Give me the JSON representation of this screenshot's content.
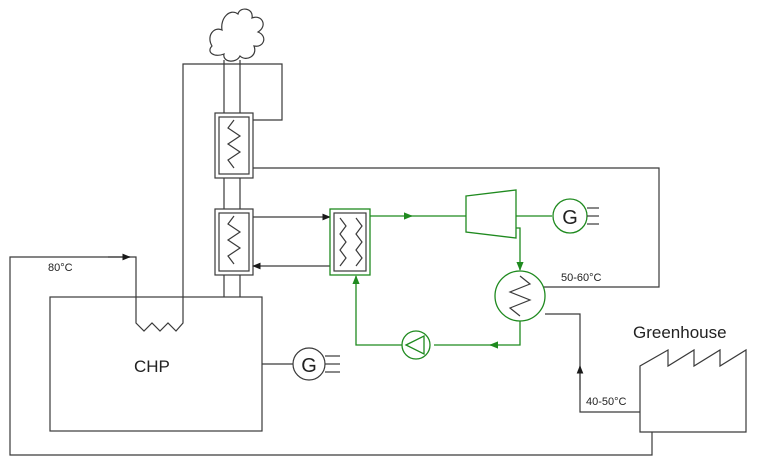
{
  "labels": {
    "chp": "CHP",
    "greenhouse": "Greenhouse",
    "temp_80": "80°C",
    "temp_50_60": "50-60°C",
    "temp_40_50": "40-50°C",
    "generator_chp": "G",
    "generator_turbine": "G"
  },
  "colors": {
    "water_loop": "#3a3a3a",
    "orc_loop": "#1f8a1f"
  },
  "icons": {
    "flue_gas": "smoke-plume-icon",
    "chp_heat_exchanger": "zigzag-coil-icon",
    "flue_heat_exchanger": "heat-exchanger-coil-icon",
    "evaporator": "heat-exchanger-coil-icon",
    "turbine": "turbine-icon",
    "generator": "generator-circle-icon",
    "condenser": "condenser-icon",
    "pump": "pump-icon",
    "greenhouse": "sawtooth-roof-building-icon"
  }
}
